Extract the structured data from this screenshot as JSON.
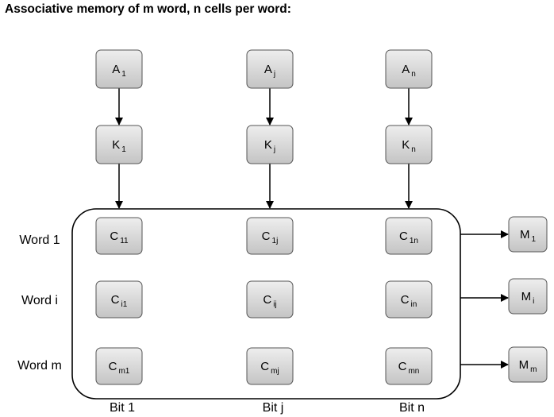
{
  "title": "Associative memory of m word, n cells per word:",
  "argument_register": [
    {
      "base": "A",
      "sub": "1"
    },
    {
      "base": "A",
      "sub": "j"
    },
    {
      "base": "A",
      "sub": "n"
    }
  ],
  "key_register": [
    {
      "base": "K",
      "sub": "1"
    },
    {
      "base": "K",
      "sub": "j"
    },
    {
      "base": "K",
      "sub": "n"
    }
  ],
  "word_labels": [
    "Word 1",
    "Word i",
    "Word m"
  ],
  "cells": [
    [
      {
        "base": "C",
        "sub": "11"
      },
      {
        "base": "C",
        "sub": "1j"
      },
      {
        "base": "C",
        "sub": "1n"
      }
    ],
    [
      {
        "base": "C",
        "sub": "i1"
      },
      {
        "base": "C",
        "sub": "ij"
      },
      {
        "base": "C",
        "sub": "in"
      }
    ],
    [
      {
        "base": "C",
        "sub": "m1"
      },
      {
        "base": "C",
        "sub": "mj"
      },
      {
        "base": "C",
        "sub": "mn"
      }
    ]
  ],
  "match_register": [
    {
      "base": "M",
      "sub": "1"
    },
    {
      "base": "M",
      "sub": "i"
    },
    {
      "base": "M",
      "sub": "m"
    }
  ],
  "bit_labels": [
    "Bit 1",
    "Bit j",
    "Bit n"
  ],
  "colors": {
    "box_fill_top": "#eeeeee",
    "box_fill_bottom": "#c4c4c4",
    "box_stroke": "#555555",
    "line": "#000000"
  }
}
